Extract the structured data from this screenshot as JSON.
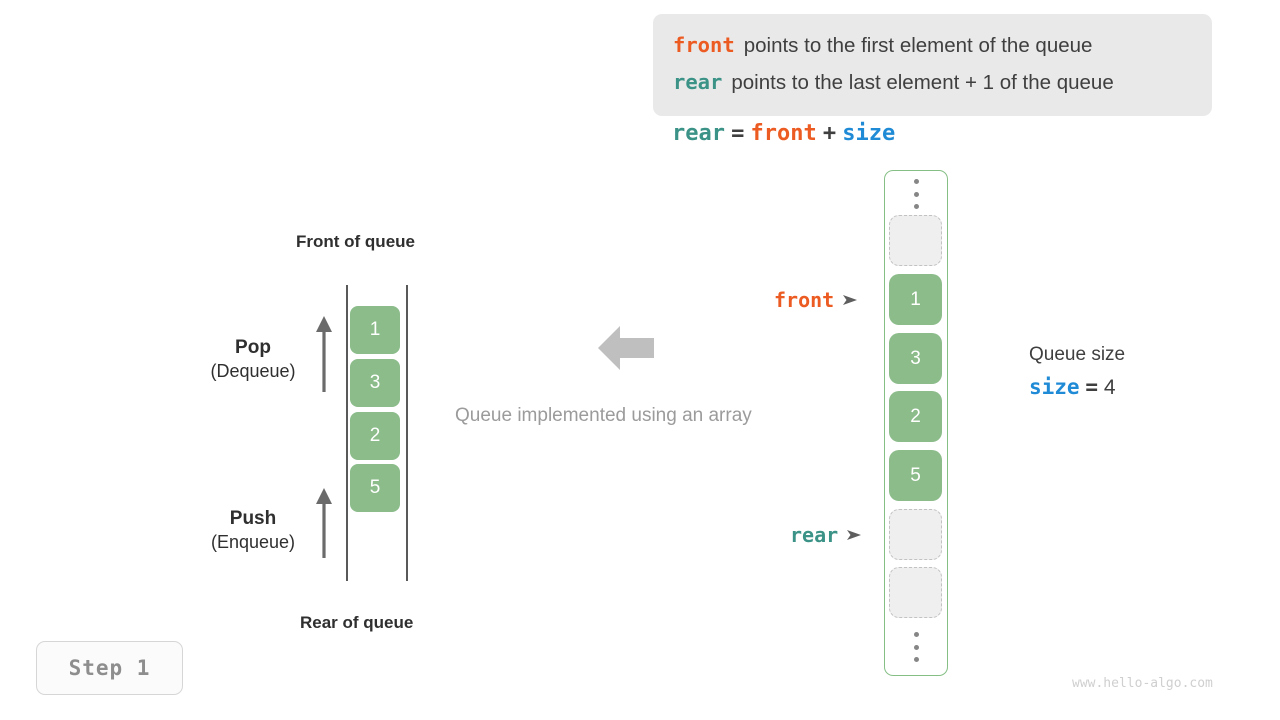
{
  "legend": {
    "lines": [
      {
        "keyword": "front",
        "keyword_color": "#ec5b22",
        "text": "points to the first element of the queue"
      },
      {
        "keyword": "rear",
        "keyword_color": "#3b9286",
        "text": "points to the last element + 1 of the queue"
      }
    ]
  },
  "formula": {
    "lhs": "rear",
    "eq": "=",
    "rhs1": "front",
    "plus": "+",
    "rhs2": "size"
  },
  "left_queue": {
    "top_label": "Front of queue",
    "bottom_label": "Rear of queue",
    "cells": [
      "1",
      "3",
      "2",
      "5"
    ],
    "pop": {
      "title": "Pop",
      "subtitle": "(Dequeue)"
    },
    "push": {
      "title": "Push",
      "subtitle": "(Enqueue)"
    }
  },
  "middle": {
    "caption": "Queue implemented using an array",
    "arrow_icon": "arrow-left-icon"
  },
  "array": {
    "ellipsis_top": "vertical-ellipsis-icon",
    "ellipsis_bottom": "vertical-ellipsis-icon",
    "cells": [
      {
        "value": "",
        "state": "empty"
      },
      {
        "value": "1",
        "state": "filled"
      },
      {
        "value": "3",
        "state": "filled"
      },
      {
        "value": "2",
        "state": "filled"
      },
      {
        "value": "5",
        "state": "filled"
      },
      {
        "value": "",
        "state": "empty"
      },
      {
        "value": "",
        "state": "empty"
      }
    ],
    "border_color": "#85bf85",
    "filled_color": "#8bbc8a",
    "empty_color": "#efefef"
  },
  "pointers": {
    "front": {
      "label": "front",
      "color": "#ec5b22"
    },
    "rear": {
      "label": "rear",
      "color": "#3b9286"
    }
  },
  "size_note": {
    "title": "Queue size",
    "var": "size",
    "eq": "=",
    "value": "4",
    "var_color": "#1f8ad6"
  },
  "step_badge": {
    "label": "Step 1"
  },
  "watermark": {
    "text": "www.hello-algo.com"
  }
}
